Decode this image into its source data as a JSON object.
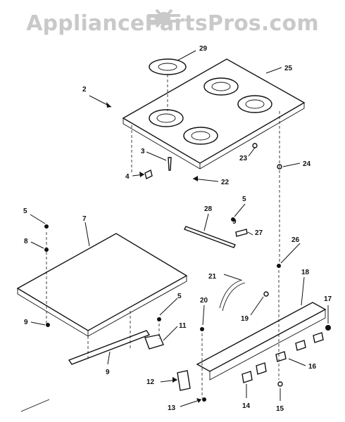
{
  "watermark": {
    "text": "AppliancePartsPros.com"
  },
  "callouts": {
    "c2": "2",
    "c3": "3",
    "c4": "4",
    "c5a": "5",
    "c5b": "5",
    "c5c": "5",
    "c7": "7",
    "c8": "8",
    "c9a": "9",
    "c9b": "9",
    "c9c": "9",
    "c11": "11",
    "c12": "12",
    "c13": "13",
    "c14": "14",
    "c15": "15",
    "c16": "16",
    "c17": "17",
    "c18": "18",
    "c19": "19",
    "c20": "20",
    "c21": "21",
    "c22": "22",
    "c23": "23",
    "c24": "24",
    "c25": "25",
    "c26": "26",
    "c27": "27",
    "c28": "28",
    "c29": "29"
  }
}
